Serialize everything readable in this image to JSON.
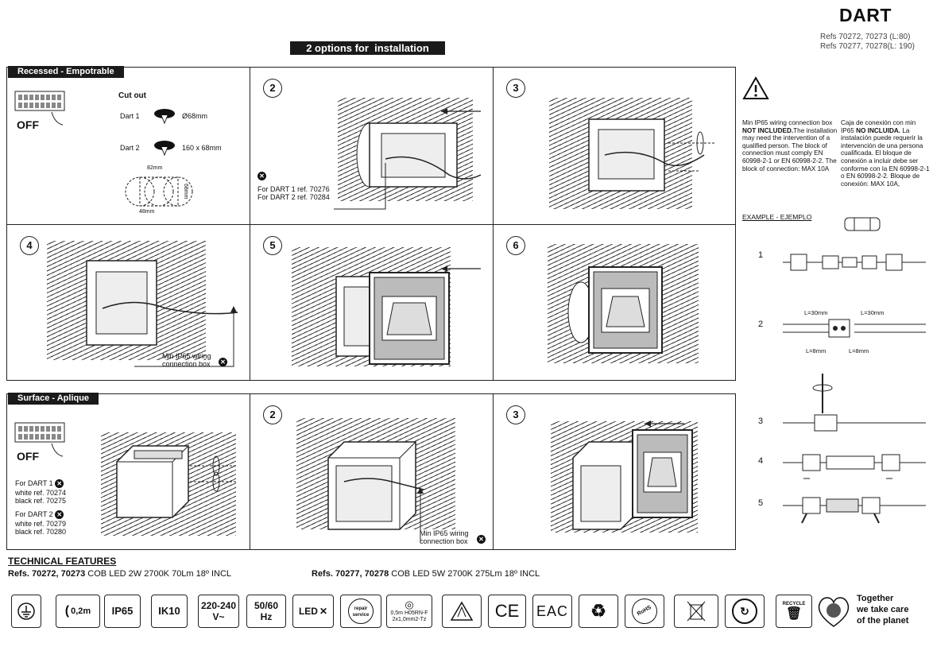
{
  "header": {
    "brand": "DART",
    "refs_line1": "Refs 70272, 70273 (L:80)",
    "refs_line2": "Refs 70277, 70278(L: 190)",
    "title": "2 options for  installation"
  },
  "recessed": {
    "tag": "Recessed - Empotrable",
    "off_label": "OFF",
    "cutout_title": "Cut out",
    "dart1_label": "Dart 1",
    "dart1_size": "Ø68mm",
    "dart2_label": "Dart 2",
    "dart2_size": "160 x 68mm",
    "dim_82": "82mm",
    "dim_48": "48mm",
    "dim_68": "68mm",
    "step2": "2",
    "step3": "3",
    "step4": "4",
    "step5": "5",
    "step6": "6",
    "box_note1": "For DART 1 ref. 70276",
    "box_note2": "For DART 2 ref. 70284",
    "min_ip65_1": "Min IP65 wiring",
    "min_ip65_2": "connection box"
  },
  "surface": {
    "tag": "Surface - Aplique",
    "off_label": "OFF",
    "dart1_label": "For DART 1",
    "dart1_white": "white ref. 70274",
    "dart1_black": "black ref. 70275",
    "dart2_label": "For DART 2",
    "dart2_white": "white ref. 70279",
    "dart2_black": "black ref. 70280",
    "step2": "2",
    "step3": "3",
    "min_ip65_1": "Min IP65 wiring",
    "min_ip65_2": "connection box"
  },
  "warning": {
    "en_1": "Min IP65 wiring connection box ",
    "en_bold": "NOT INCLUDED.",
    "en_2": "The installation may need the intervention of a qualified person. The block of connection must comply EN 60998-2-1 or EN 60998-2-2. The block of connection: MAX 10A",
    "es_1": "Caja de conexión con min IP65 ",
    "es_bold": "NO INCLUIDA.",
    "es_2": " La instalación puede requerir la intervención de una persona cualificada. El bloque de conexión a incluir debe ser conforme con la EN 60998-2-1 o EN 60998-2-2. Bloque de conexión: MAX 10A,",
    "example_title": "EXAMPLE - EJEMPLO",
    "steps": [
      "1",
      "2",
      "3",
      "4",
      "5"
    ],
    "l30_a": "L=30mm",
    "l30_b": "L=30mm",
    "l8_a": "L=8mm",
    "l8_b": "L=8mm"
  },
  "technical": {
    "title": "TECHNICAL FEATURES",
    "ref1_bold": "Refs. 70272, 70273",
    "ref1_text": " COB LED 2W 2700K 70Lm 18º INCL",
    "ref2_bold": "Refs. 70277, 70278",
    "ref2_text": " COB LED 5W 2700K 275Lm 18º INCL"
  },
  "icons": {
    "cable_len": "0,2m",
    "ip": "IP65",
    "ik": "IK10",
    "voltage_1": "220-240",
    "voltage_2": "V~",
    "freq_1": "50/60",
    "freq_2": "Hz",
    "led": "LED",
    "repair": "repair service",
    "cable_1": "0,5m  H05RN-F",
    "cable_2": "2x1,0mm2-Tz",
    "ce": "CE",
    "eac": "EAC",
    "rohs": "RoHS",
    "recycle": "RECYCLE",
    "together_1": "Together",
    "together_2": "we take care",
    "together_3": "of the planet"
  }
}
